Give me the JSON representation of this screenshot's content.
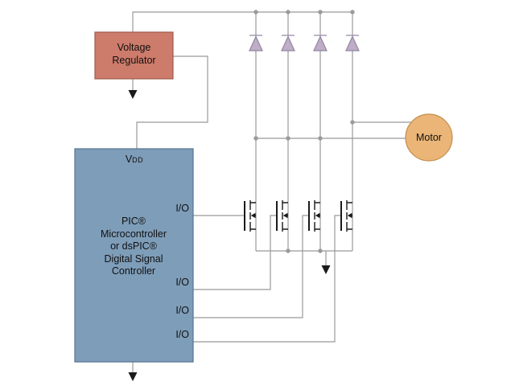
{
  "diagram": {
    "type": "circuit-block-diagram",
    "regulator": {
      "lines": [
        "Voltage",
        "Regulator"
      ]
    },
    "mcu": {
      "vdd_v": "V",
      "vdd_sub": "DD",
      "label_lines": [
        "PIC®",
        "Microcontroller",
        "or dsPIC®",
        "Digital Signal",
        "Controller"
      ],
      "io_labels": [
        "I/O",
        "I/O",
        "I/O",
        "I/O"
      ]
    },
    "motor": {
      "label": "Motor"
    },
    "colors": {
      "regulator_fill": "#cd7b6b",
      "regulator_border": "#9e5b4d",
      "mcu_fill": "#7e9db9",
      "mcu_border": "#54738c",
      "motor_fill": "#eab577",
      "motor_border": "#c38e4f",
      "wire": "#999999",
      "symbol": "#1a1a1a",
      "diode_fill": "#c0aec6",
      "diode_border": "#8f86a0"
    }
  }
}
